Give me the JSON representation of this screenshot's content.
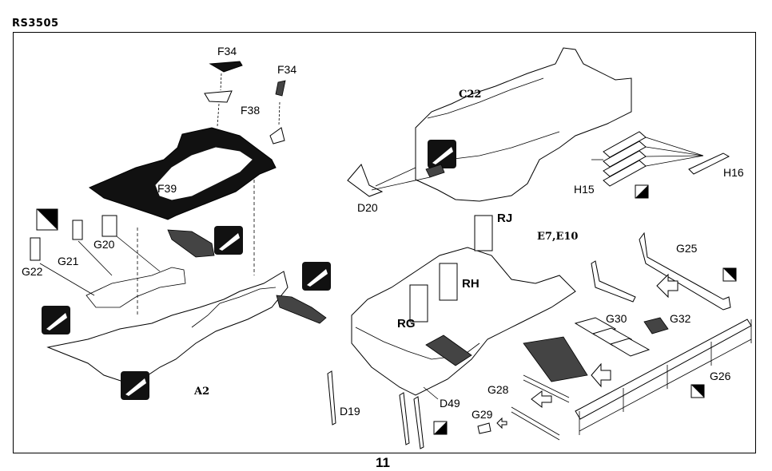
{
  "header": {
    "kit_code": "RS3505"
  },
  "page_number": "11",
  "part_labels": {
    "f34_a": "F34",
    "f34_b": "F34",
    "f38": "F38",
    "f39": "F39",
    "g20": "G20",
    "g21": "G21",
    "g22": "G22",
    "a2": "A2",
    "c22": "C22",
    "h15": "H15",
    "h16": "H16",
    "d20": "D20",
    "rj": "RJ",
    "e7e10": "E7,E10",
    "rh": "RH",
    "rg": "RG",
    "d19": "D19",
    "d49": "D49",
    "g25": "G25",
    "g30": "G30",
    "g32": "G32",
    "g26": "G26",
    "g28": "G28",
    "g29": "G29"
  }
}
